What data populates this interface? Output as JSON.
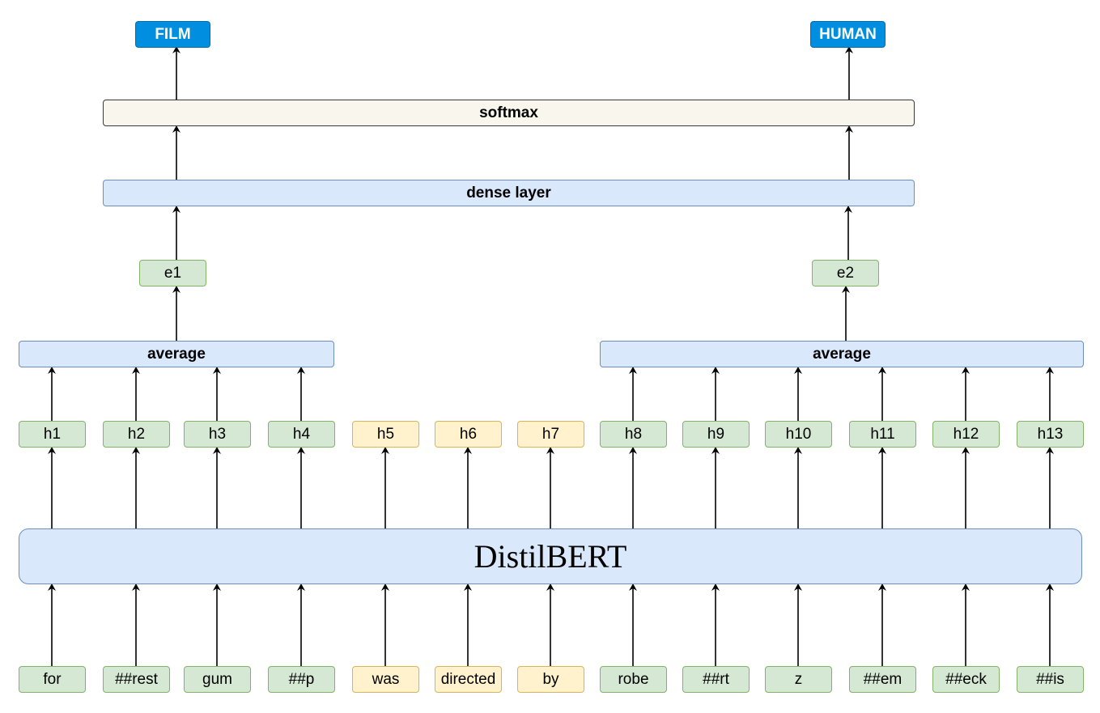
{
  "colors": {
    "green_fill": "#d5e8d4",
    "green_stroke": "#82b366",
    "yellow_fill": "#fff2cc",
    "yellow_stroke": "#d6b656",
    "blue_fill": "#dae8fc",
    "blue_stroke": "#6c8ebf",
    "output_fill": "#008fe0",
    "softmax_fill": "#f9f7ed",
    "arrow": "#000000"
  },
  "outputs": {
    "left": "FILM",
    "right": "HUMAN"
  },
  "layers": {
    "softmax": "softmax",
    "dense": "dense layer",
    "average_left": "average",
    "average_right": "average",
    "encoder": "DistilBERT"
  },
  "entities": {
    "e1": "e1",
    "e2": "e2"
  },
  "hidden": [
    {
      "label": "h1",
      "group": "entity"
    },
    {
      "label": "h2",
      "group": "entity"
    },
    {
      "label": "h3",
      "group": "entity"
    },
    {
      "label": "h4",
      "group": "entity"
    },
    {
      "label": "h5",
      "group": "context"
    },
    {
      "label": "h6",
      "group": "context"
    },
    {
      "label": "h7",
      "group": "context"
    },
    {
      "label": "h8",
      "group": "entity"
    },
    {
      "label": "h9",
      "group": "entity"
    },
    {
      "label": "h10",
      "group": "entity"
    },
    {
      "label": "h11",
      "group": "entity"
    },
    {
      "label": "h12",
      "group": "entity"
    },
    {
      "label": "h13",
      "group": "entity"
    }
  ],
  "tokens": [
    {
      "label": "for",
      "group": "entity"
    },
    {
      "label": "##rest",
      "group": "entity"
    },
    {
      "label": "gum",
      "group": "entity"
    },
    {
      "label": "##p",
      "group": "entity"
    },
    {
      "label": "was",
      "group": "context"
    },
    {
      "label": "directed",
      "group": "context"
    },
    {
      "label": "by",
      "group": "context"
    },
    {
      "label": "robe",
      "group": "entity"
    },
    {
      "label": "##rt",
      "group": "entity"
    },
    {
      "label": "z",
      "group": "entity"
    },
    {
      "label": "##em",
      "group": "entity"
    },
    {
      "label": "##eck",
      "group": "entity"
    },
    {
      "label": "##is",
      "group": "entity"
    }
  ]
}
